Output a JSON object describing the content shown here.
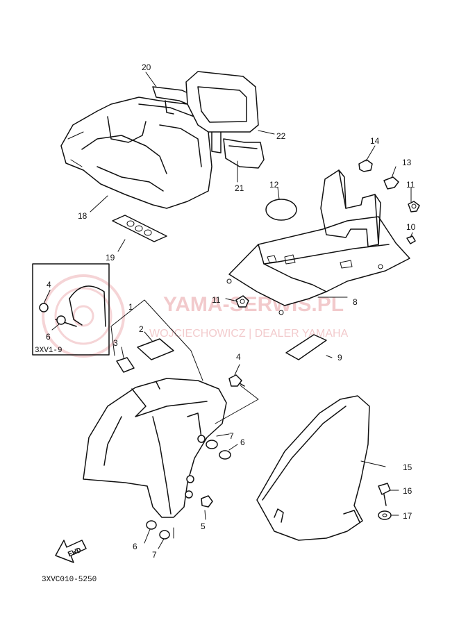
{
  "watermark": {
    "title": "YAMA-SERWIS.PL",
    "subtitle": "WOJCIECHOWICZ | DEALER YAMAHA"
  },
  "inset_label": "3XV1-9",
  "diagram_code": "3XVC010-5250",
  "fwd_label": "FWD",
  "callouts": {
    "c1": "1",
    "c2": "2",
    "c3": "3",
    "c4": "4",
    "c4i": "4",
    "c5": "5",
    "c6a": "6",
    "c6b": "6",
    "c6i": "6",
    "c7a": "7",
    "c7b": "7",
    "c8": "8",
    "c9": "9",
    "c10": "10",
    "c11a": "11",
    "c11b": "11",
    "c12": "12",
    "c13": "13",
    "c14": "14",
    "c15": "15",
    "c16": "16",
    "c17": "17",
    "c18": "18",
    "c19": "19",
    "c20": "20",
    "c21": "21",
    "c22": "22"
  },
  "colors": {
    "line": "#111111",
    "watermark": "#e9a0a4"
  }
}
